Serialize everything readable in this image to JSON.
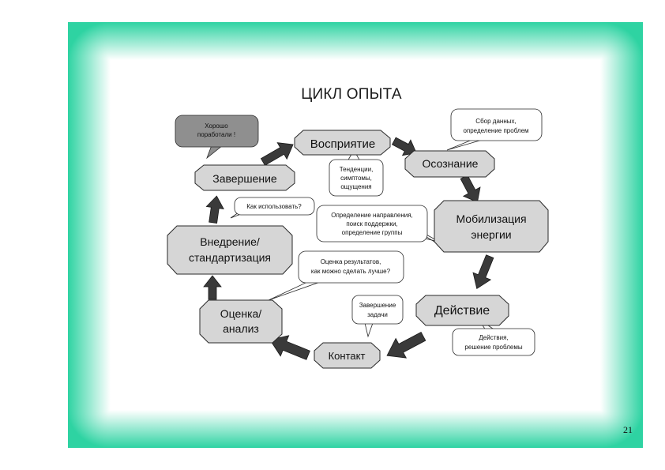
{
  "slide": {
    "title": "ЦИКЛ ОПЫТА",
    "page_number": "21"
  },
  "colors": {
    "frame_accent": "#2ed3a2",
    "stage_fill": "#d6d6d6",
    "stage_border": "#2a2a2a",
    "arrow_fill": "#3a3a3a",
    "dark_callout_fill": "#8f8f8f"
  },
  "stages": {
    "perception": "Восприятие",
    "awareness": "Осознание",
    "mobilization_line1": "Мобилизация",
    "mobilization_line2": "энергии",
    "action": "Действие",
    "contact": "Контакт",
    "evaluation_line1": "Оценка/",
    "evaluation_line2": "анализ",
    "implementation_line1": "Внедрение/",
    "implementation_line2": "стандартизация",
    "completion": "Завершение"
  },
  "callouts": {
    "good_work_line1": "Хорошо",
    "good_work_line2": "поработали !",
    "data_collection_line1": "Сбор данных,",
    "data_collection_line2": "определение проблем",
    "tendencies_line1": "Тенденции,",
    "tendencies_line2": "симптомы,",
    "tendencies_line3": "ощущения",
    "direction_line1": "Определение направления,",
    "direction_line2": "поиск поддержки,",
    "direction_line3": "определение группы",
    "how_to_use": "Как использовать?",
    "results_line1": "Оценка результатов,",
    "results_line2": "как можно сделать лучше?",
    "task_completion_line1": "Завершение",
    "task_completion_line2": "задачи",
    "actions_line1": "Действия,",
    "actions_line2": "решение проблемы"
  }
}
